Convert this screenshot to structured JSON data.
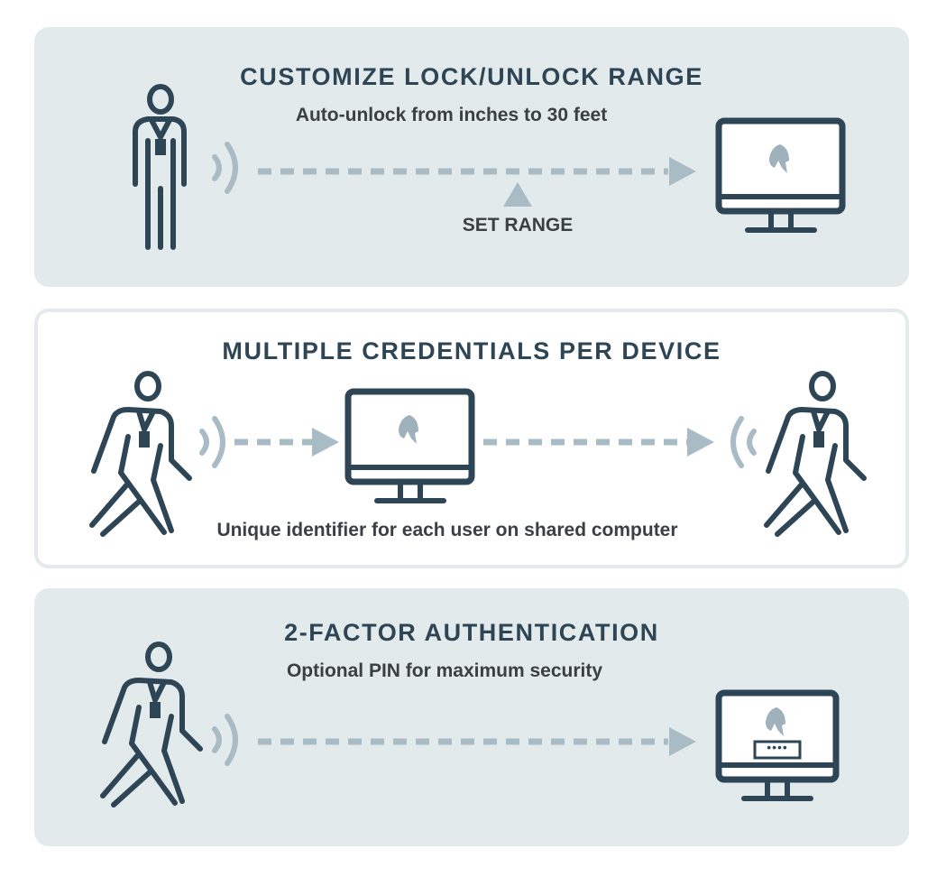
{
  "panels": [
    {
      "title": "CUSTOMIZE LOCK/UNLOCK RANGE",
      "subtitle": "Auto-unlock from inches to 30 feet",
      "range_label": "SET RANGE",
      "icons": [
        "standing-person-icon",
        "signal-waves-icon",
        "dashed-arrow-icon",
        "range-marker-triangle-icon",
        "monitor-icon"
      ]
    },
    {
      "title": "MULTIPLE CREDENTIALS PER DEVICE",
      "subtitle": "Unique identifier for each user on shared computer",
      "icons": [
        "walking-person-icon",
        "signal-waves-icon",
        "dashed-arrow-icon",
        "monitor-icon",
        "dashed-arrow-icon",
        "signal-waves-icon",
        "walking-person-icon"
      ]
    },
    {
      "title": "2-FACTOR AUTHENTICATION",
      "subtitle": "Optional PIN for maximum security",
      "pin_mask": "••••",
      "icons": [
        "walking-person-icon",
        "signal-waves-icon",
        "dashed-arrow-icon",
        "monitor-pin-icon"
      ]
    }
  ],
  "colors": {
    "panel_bg": "#e3eaec",
    "heading": "#2e4556",
    "body_text": "#3b3f44",
    "accent_light": "#a9bcc6",
    "logo": "#9fb1ba"
  }
}
